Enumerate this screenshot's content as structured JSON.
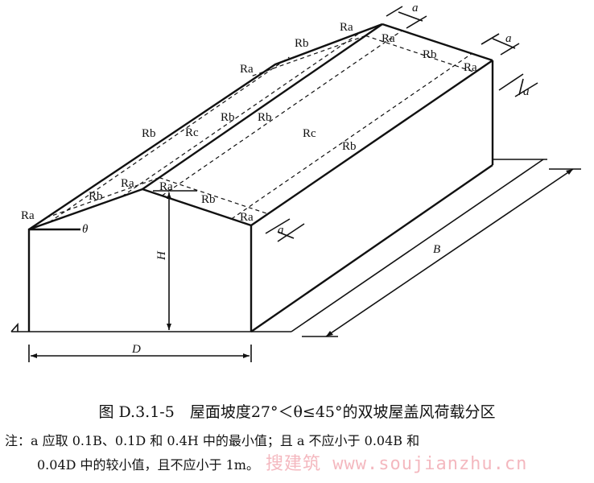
{
  "labels": {
    "ra_left_eave": "Ra",
    "theta": "θ",
    "rb_left_front": "Rb",
    "ra_left_ridge": "Ra",
    "ra_right_ridge_front": "Ra",
    "rb_front_right": "Rb",
    "ra_right_eave_front": "Ra",
    "a_front": "a",
    "H": "H",
    "D": "D",
    "B": "B",
    "rb_left_outer": "Rb",
    "rc_left": "Rc",
    "rb_left_inner": "Rb",
    "rb_right_inner": "Rb",
    "rc_right": "Rc",
    "rb_right_outer": "Rb",
    "ra_left_back_eave": "Ra",
    "rb_left_back": "Rb",
    "ra_left_back_ridge": "Ra",
    "a_ridge_back": "a",
    "ra_right_back_ridge": "Ra",
    "rb_right_back": "Rb",
    "ra_right_back_eave": "Ra",
    "a_back_eave": "a",
    "a_back_side": "a"
  },
  "caption": "图 D.3.1-5　屋面坡度27°＜θ≤45°的双坡屋盖风荷载分区",
  "note_line1": "注：a 应取 0.1B、0.1D 和 0.4H 中的最小值；且 a 不应小于 0.04B 和",
  "note_line2": "0.04D 中的较小值，且不应小于 1m。",
  "watermark": "搜建筑 www.soujianzhu.cn"
}
